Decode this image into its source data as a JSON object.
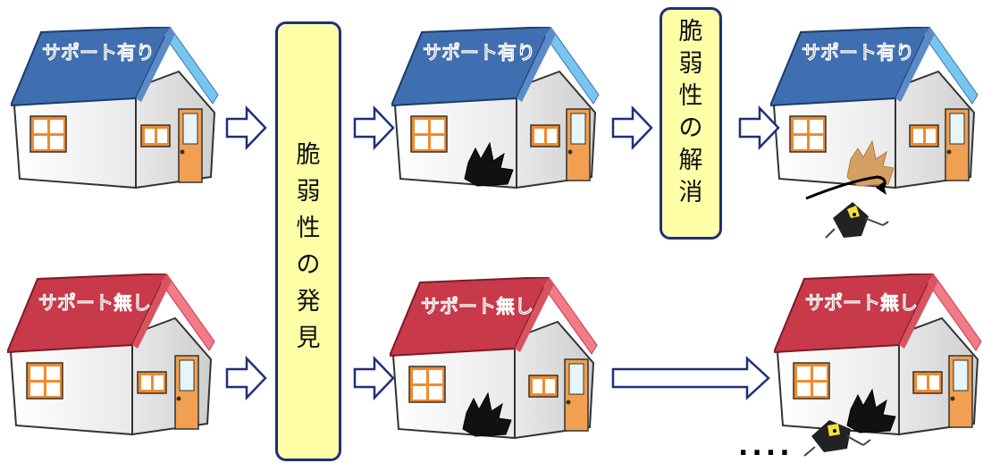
{
  "labels": {
    "support_yes": "サポート有り",
    "support_no": "サポート無し"
  },
  "process": {
    "discovery": "脆弱性の発見",
    "fix": "脆弱性の解消"
  },
  "ellipsis": "....",
  "colors": {
    "roof_support": "#3f6fb0",
    "roof_support_edge": "#76c6f0",
    "roof_nosupport": "#c8394a",
    "roof_nosupport_edge": "#f27b88",
    "box_fill": "#ffffa8",
    "box_border": "#1f2f7a",
    "arrow_stroke": "#1f2f7a",
    "window_frame": "#f08a2c",
    "door": "#f0a050",
    "hole": "#111111"
  }
}
